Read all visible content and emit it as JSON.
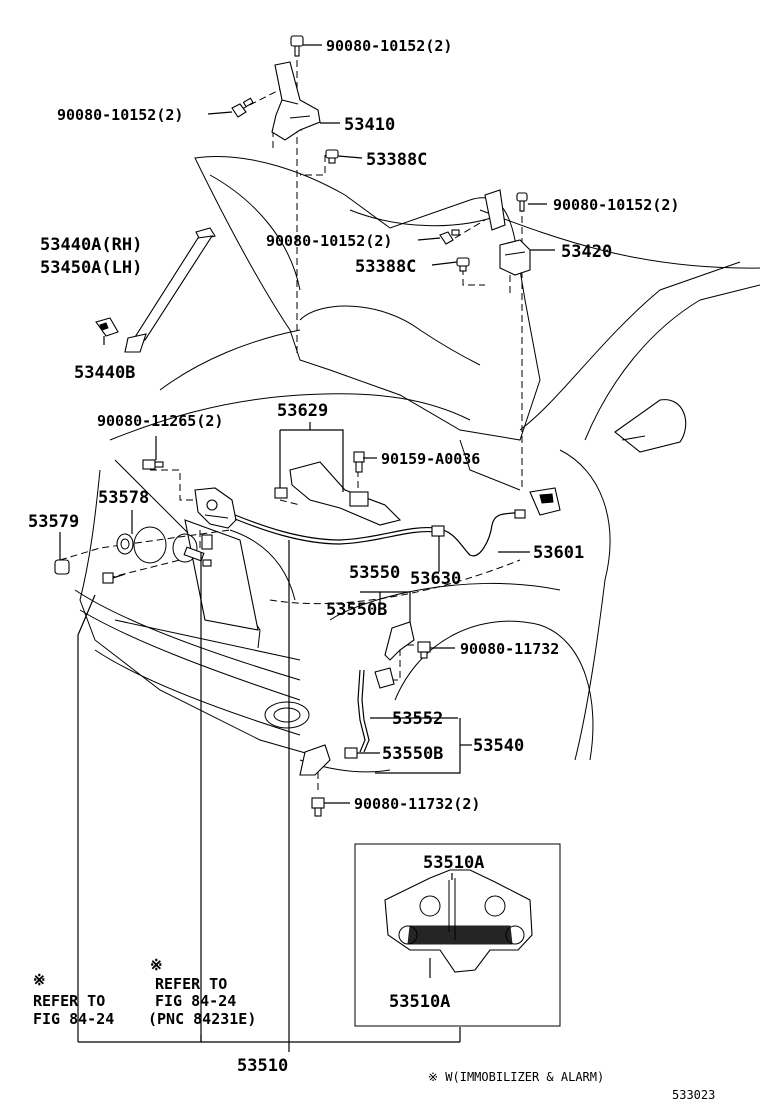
{
  "parts": {
    "bolt_top": "90080-10152(2)",
    "bolt_left_hinge": "90080-10152(2)",
    "hinge_lh": "53410",
    "cushion_lh": "53388C",
    "bolt_right_top": "90080-10152(2)",
    "bolt_right_hinge": "90080-10152(2)",
    "cushion_rh": "53388C",
    "hinge_rh": "53420",
    "support_rh": "53440A(RH)",
    "support_lh": "53450A(LH)",
    "support_bracket": "53440B",
    "bolt_lock": "90080-11265(2)",
    "cable_clamp_group": "53629",
    "clip": "90159-A0036",
    "lock_assy": "53578",
    "cushion_front": "53579",
    "lever_handle": "53601",
    "release_cable": "53630",
    "lever_group": "53550",
    "lever_sub_b": "53550B",
    "bolt_lever": "90080-11732",
    "release_cable_sub": "53552",
    "lever_sub_b2": "53550B",
    "lever_assy": "53540",
    "bolt_lever_bottom": "90080-11732(2)",
    "inset_top": "53510A",
    "inset_bottom": "53510A",
    "lock_main": "53510"
  },
  "notes": {
    "mark1": "※",
    "refer1_line1": "REFER TO",
    "refer1_line2": "FIG 84-24",
    "mark2": "※",
    "refer2_line1": "REFER TO",
    "refer2_line2": "FIG 84-24",
    "refer2_line3": "(PNC 84231E)"
  },
  "footnote": "※ W(IMMOBILIZER & ALARM)",
  "diagram_code": "533023"
}
